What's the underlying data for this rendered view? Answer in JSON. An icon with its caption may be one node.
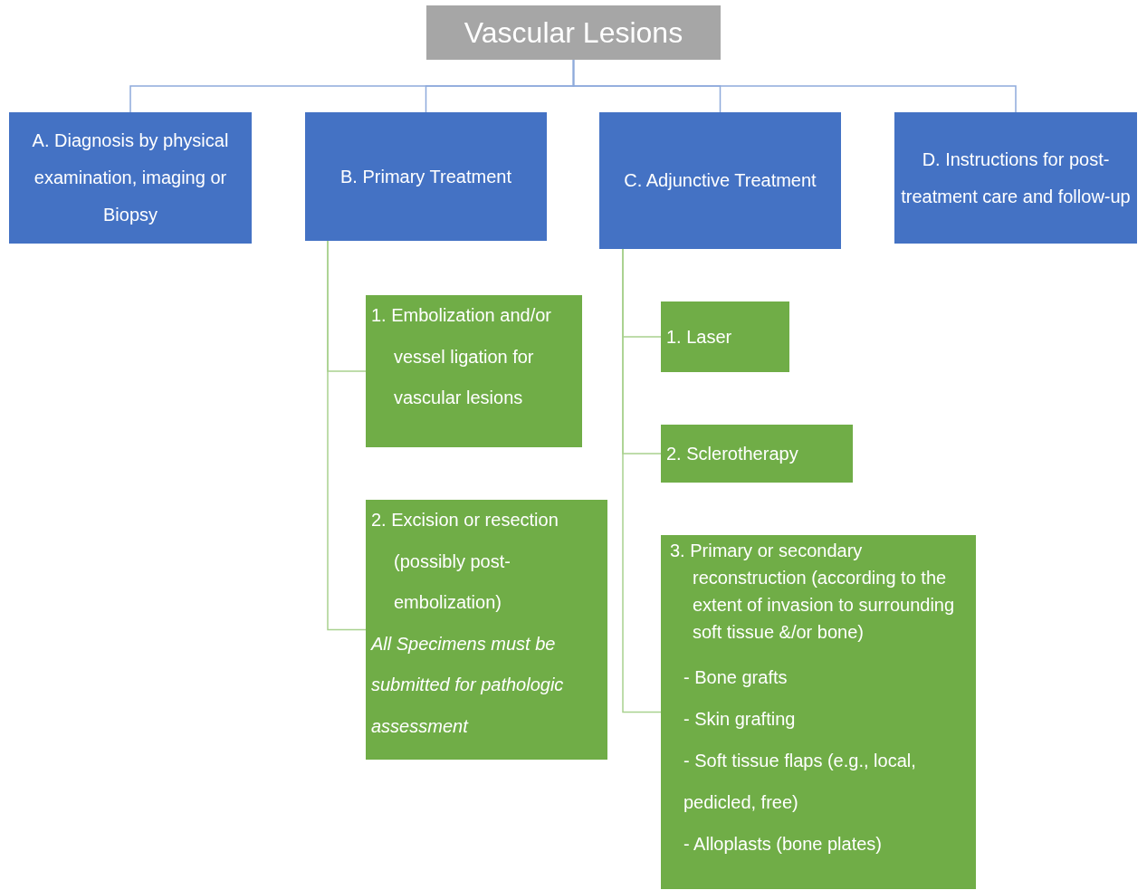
{
  "diagram": {
    "nodes": [
      {
        "text": [
          "Vascular Lesions"
        ]
      },
      {
        "text": [
          "A. Diagnosis by physical examination, imaging or Biopsy"
        ]
      },
      {
        "text": [
          "B. Primary Treatment"
        ]
      },
      {
        "text": [
          "C. Adjunctive Treatment"
        ]
      },
      {
        "text": [
          "D. Instructions for post-treatment care and follow-up"
        ]
      },
      {
        "text": [
          "1. Embolization and/or vessel ligation for vascular lesions"
        ]
      },
      {
        "text": [
          "2. Excision or resection (possibly post-embolization)",
          "All Specimens must be submitted for pathologic assessment"
        ]
      },
      {
        "text": [
          "1. Laser"
        ]
      },
      {
        "text": [
          "2. Sclerotherapy"
        ]
      },
      {
        "text": [
          "3. Primary or secondary reconstruction (according to the extent of invasion to surrounding soft tissue &/or bone)",
          "- Bone grafts",
          "- Skin grafting",
          "- Soft tissue flaps (e.g., local, pedicled, free)",
          "- Alloplasts (bone plates)"
        ]
      }
    ],
    "edges": [
      {
        "from": 0,
        "to": 1,
        "arrow": "none"
      },
      {
        "from": 0,
        "to": 2,
        "arrow": "none"
      },
      {
        "from": 0,
        "to": 3,
        "arrow": "none"
      },
      {
        "from": 0,
        "to": 4,
        "arrow": "none"
      },
      {
        "from": 2,
        "to": 5,
        "arrow": "none",
        "color": "#a9d18e"
      },
      {
        "from": 2,
        "to": 6,
        "arrow": "none",
        "color": "#a9d18e"
      },
      {
        "from": 3,
        "to": 7,
        "arrow": "none",
        "color": "#a9d18e"
      },
      {
        "from": 3,
        "to": 8,
        "arrow": "none",
        "color": "#a9d18e"
      },
      {
        "from": 3,
        "to": 9,
        "arrow": "none",
        "color": "#a9d18e"
      }
    ]
  }
}
